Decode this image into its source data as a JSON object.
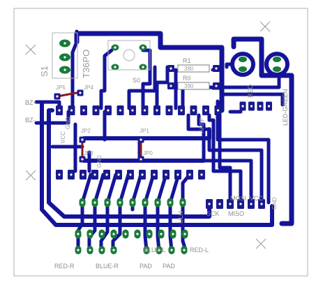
{
  "board": {
    "colors": {
      "trace": "#14149a",
      "pad_copper": "#1a1a8e",
      "pad_mask": "#1a7a3a",
      "jumper": "#8a1a1a",
      "silkscreen": "#8c8c8c",
      "outline": "#b0b0b0"
    }
  },
  "labels": {
    "s1": "S1",
    "t36po": "T36PO",
    "s0": "S0",
    "r1": "R1",
    "r1_value": "390",
    "r0": "R0",
    "r0_value": "390",
    "red": "RED",
    "led_green": "LED-GREEN",
    "jp5": "JP5",
    "jp4": "JP4",
    "jp2": "JP2",
    "jp1": "JP1",
    "jp3": "JP3",
    "jp0": "JP0",
    "bz_plus": "BZ+",
    "bz_minus": "BZ-",
    "gnd_a": "GND",
    "gnd_b": "GND",
    "vcc": "VCC",
    "aref": "AREF",
    "mosi": "MOSI",
    "miso": "MISO",
    "sck": "SCK",
    "vcc2": "VCC",
    "gnd2": "GND",
    "ic": "ULN",
    "red_r": "RED-R",
    "blue_r": "BLUE-R",
    "pad_a": "PAD",
    "pad_b": "PAD",
    "blue_l": "BLUE-L",
    "red_l": "RED-L"
  }
}
